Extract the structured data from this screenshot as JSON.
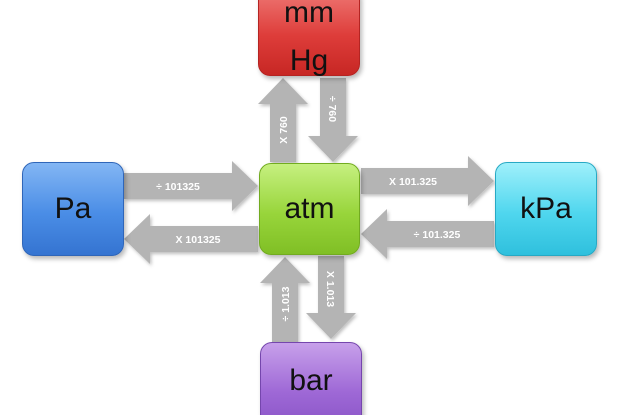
{
  "nodes": {
    "mmhg": {
      "line1": "mm",
      "line2": "Hg"
    },
    "pa": {
      "label": "Pa"
    },
    "atm": {
      "label": "atm"
    },
    "kpa": {
      "label": "kPa"
    },
    "bar": {
      "label": "bar"
    }
  },
  "arrows": {
    "pa_to_atm": "÷ 101325",
    "atm_to_pa": "X 101325",
    "atm_to_kpa": "X 101.325",
    "kpa_to_atm": "÷ 101.325",
    "atm_to_mmhg": "X 760",
    "mmhg_to_atm": "÷ 760",
    "bar_to_atm": "÷ 1.013",
    "atm_to_bar": "X 1.013"
  },
  "colors": {
    "arrow_fill": "#b4b4b4",
    "mmhg": "#de3d3a",
    "pa": "#4a8de6",
    "atm": "#98d53b",
    "kpa": "#4fd6ee",
    "bar": "#9e68d6"
  }
}
